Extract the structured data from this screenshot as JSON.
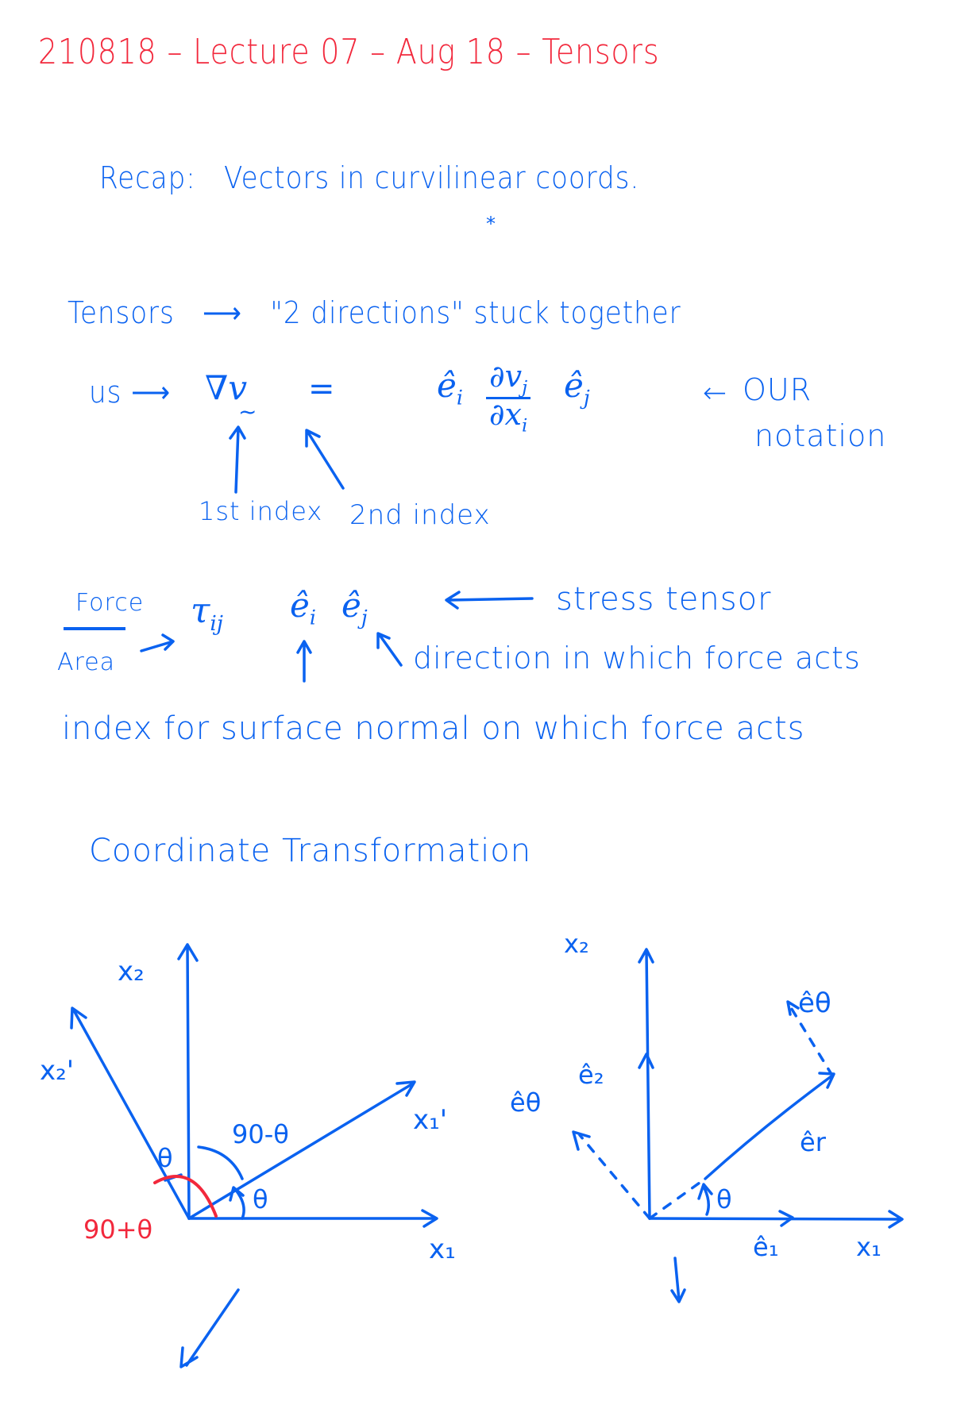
{
  "page": {
    "ink_colors": {
      "title": "#f2283c",
      "body": "#0a62f0",
      "highlight": "#f2283c"
    },
    "title": "210818 – Lecture 07 – Aug 18 – Tensors"
  },
  "recap": {
    "label": "Recap:",
    "text": "Vectors in curvilinear coords.",
    "star_mark": "*"
  },
  "tensors_def": {
    "term": "Tensors",
    "arrow": "⟶",
    "definition": "\"2 directions\" stuck together"
  },
  "notation": {
    "prefix": "us ⟶",
    "lhs": "∇v",
    "lhs_tilde": "~",
    "equals": "=",
    "rhs_e_i": "ê",
    "rhs_i": "i",
    "rhs_partial_num": "∂v",
    "rhs_partial_num_sub": "j",
    "rhs_partial_den": "∂x",
    "rhs_partial_den_sub": "i",
    "rhs_e_j": "ê",
    "rhs_j": "j",
    "note_arrow": "←",
    "note_line1": "OUR",
    "note_line2": "notation",
    "first_index_label": "1st index",
    "second_index_label": "2nd index"
  },
  "stress": {
    "fraction_num": "Force",
    "fraction_den": "Area",
    "tensor_symbol": "τ",
    "tensor_sub": "ij",
    "basis_i": "ê",
    "basis_i_sub": "i",
    "basis_j": "ê",
    "basis_j_sub": "j",
    "arrow": "⟵",
    "label": "stress tensor",
    "direction_note": "direction in which force acts",
    "normal_note": "index for surface normal on which force acts"
  },
  "section": {
    "heading": "Coordinate Transformation"
  },
  "diagram_left": {
    "axis_x1": "x₁",
    "axis_x2": "x₂",
    "axis_x1_prime": "x₁'",
    "axis_x2_prime": "x₂'",
    "angle_theta_top": "θ",
    "angle_complement": "90-θ",
    "angle_theta_bottom": "θ",
    "angle_supplement": "90+θ"
  },
  "diagram_right": {
    "axis_x1": "x₁",
    "axis_x2": "x₂",
    "unit_e1": "ê₁",
    "unit_e2": "ê₂",
    "unit_er": "êr",
    "unit_etheta_left": "êθ",
    "unit_etheta_right": "êθ",
    "angle_theta": "θ"
  }
}
